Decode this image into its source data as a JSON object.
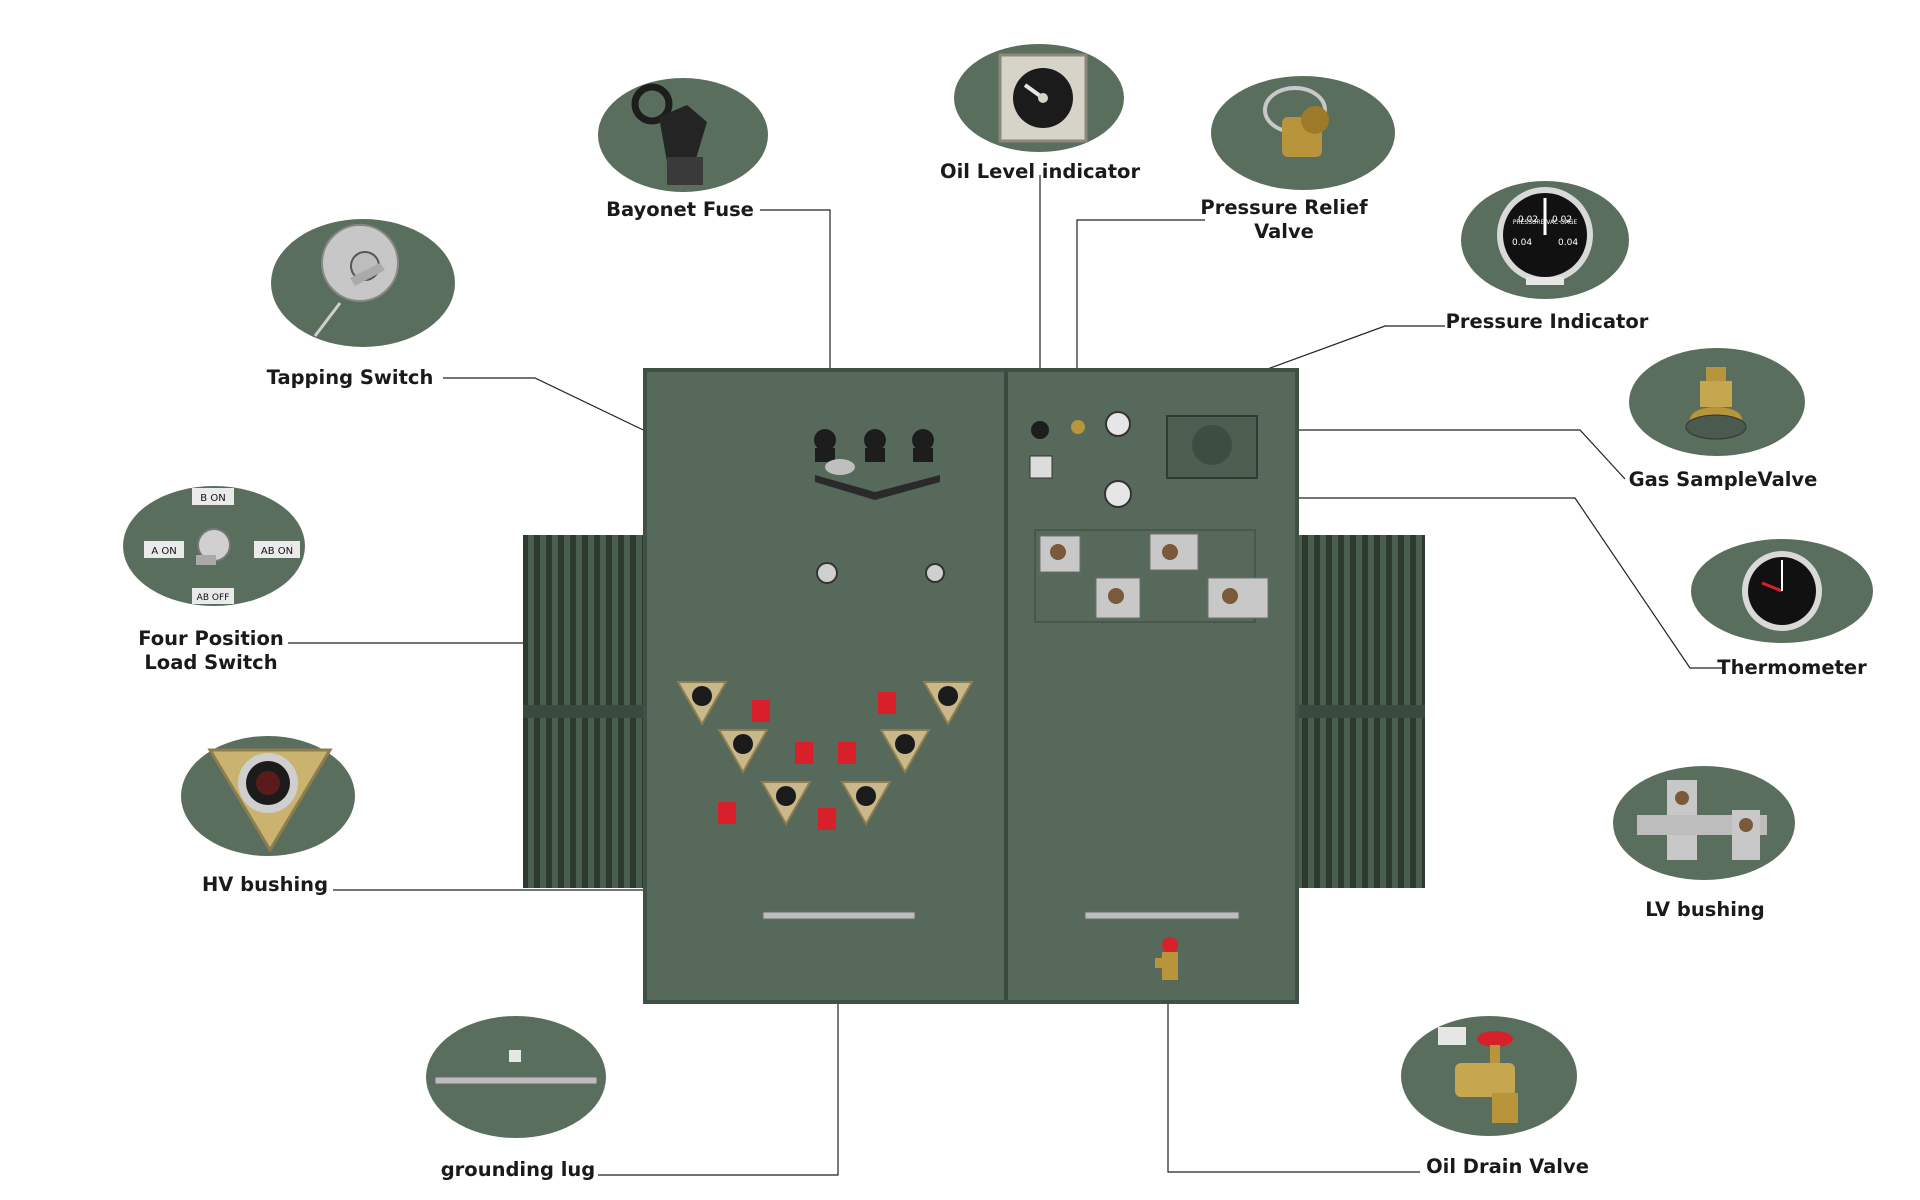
{
  "labels": {
    "bayonet_fuse": "Bayonet Fuse",
    "oil_level": "Oil Level indicator",
    "pressure_relief_1": "Pressure Relief",
    "pressure_relief_2": "Valve",
    "pressure_indicator": "Pressure Indicator",
    "tapping_switch": "Tapping Switch",
    "gas_sample": "Gas SampleValve",
    "four_position_1": "Four Position",
    "four_position_2": "Load Switch",
    "thermometer": "Thermometer",
    "hv_bushing": "HV bushing",
    "lv_bushing": "LV bushing",
    "grounding_lug": "grounding lug",
    "oil_drain": "Oil Drain Valve"
  },
  "load_switch_positions": {
    "b_on": "B ON",
    "a_on": "A ON",
    "ab_on": "AB ON",
    "ab_off": "AB OFF"
  },
  "pressure_gauge": {
    "title": "PRESSURE VAC GAGE",
    "left_top": "0.02",
    "right_top": "0.02",
    "left_bottom": "0.04",
    "right_bottom": "0.04"
  },
  "colors": {
    "tank": "#56695a",
    "tank_dark": "#3f5044",
    "photo_bg": "#5a6e5e",
    "leader_line": "#222222",
    "plug_red": "#d8202a",
    "brass": "#b8943a"
  }
}
